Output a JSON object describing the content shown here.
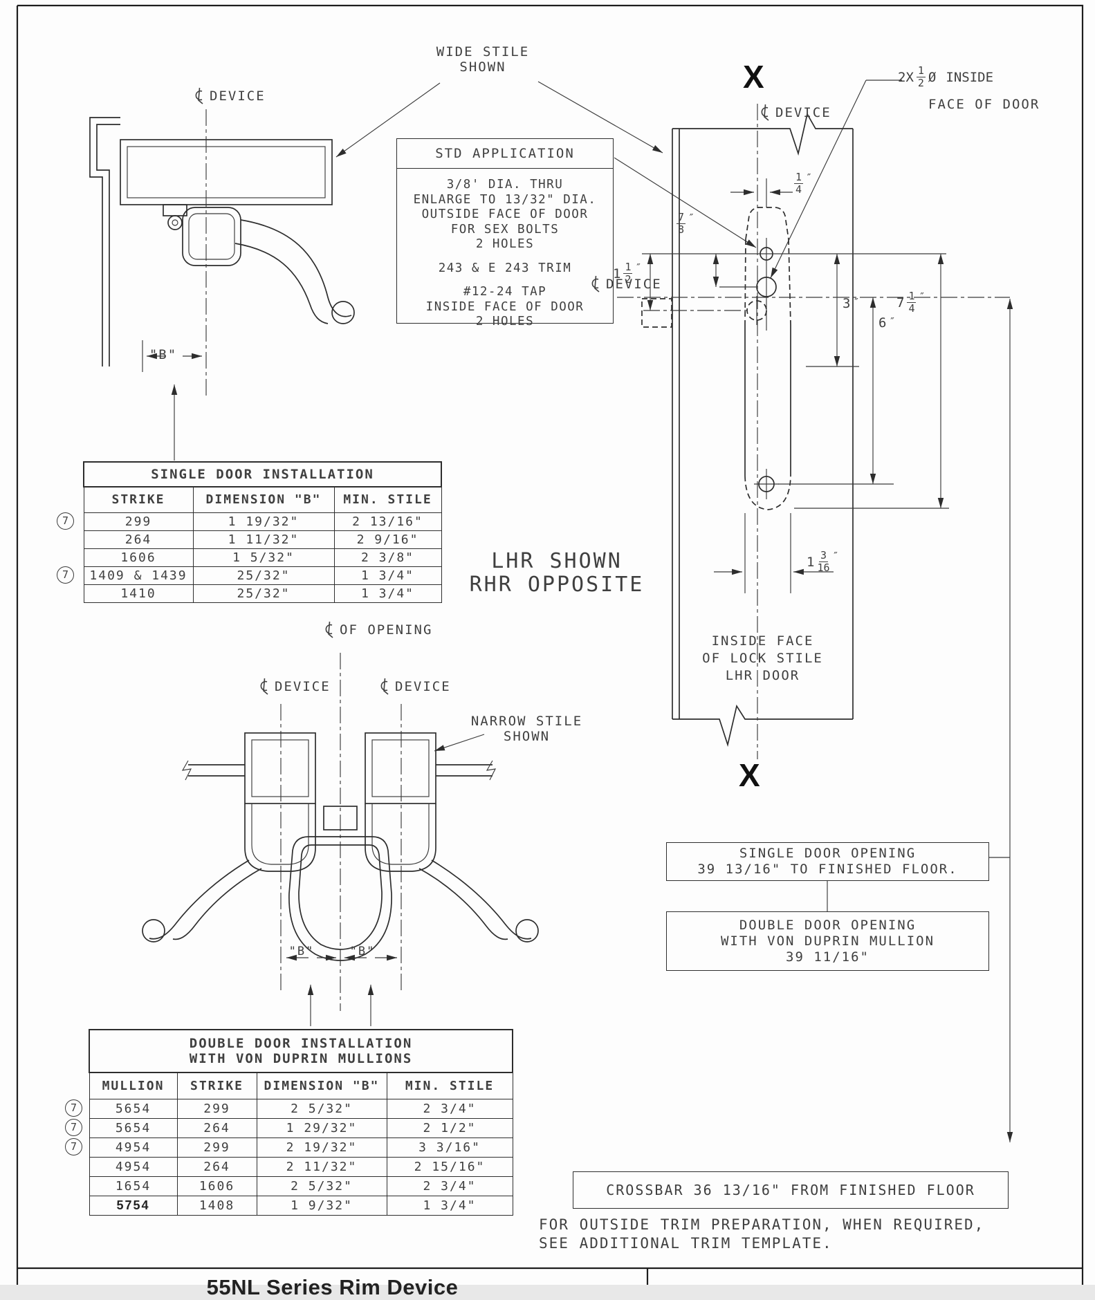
{
  "labels": {
    "wide_stile_line1": "WIDE STILE",
    "wide_stile_line2": "SHOWN",
    "narrow_stile_line1": "NARROW STILE",
    "narrow_stile_line2": "SHOWN",
    "device": "DEVICE",
    "of_opening": "OF OPENING",
    "lhr_line1": "LHR SHOWN",
    "lhr_line2": "RHR OPPOSITE",
    "inside_face_line1": "INSIDE FACE",
    "inside_face_line2": "OF LOCK STILE",
    "inside_face_line3": "LHR DOOR",
    "section_marker": "X",
    "note_marker": "7",
    "dim_b_label": "\"B\""
  },
  "std_application": {
    "title": "STD APPLICATION",
    "group1_line1": "3/8' DIA. THRU",
    "group1_line2": "ENLARGE TO 13/32\" DIA.",
    "group1_line3": "OUTSIDE FACE OF DOOR",
    "group1_line4": "FOR SEX BOLTS",
    "group1_line5": "2 HOLES",
    "group2_line1": "243 & E 243 TRIM",
    "group3_line1": "#12-24 TAP",
    "group3_line2": "INSIDE FACE OF DOOR",
    "group3_line3": "2 HOLES"
  },
  "hole_note": {
    "prefix": "2X",
    "frac_num": "1",
    "frac_den": "2",
    "diameter_symbol": "Ø",
    "suffix": "INSIDE",
    "line2": "FACE OF DOOR"
  },
  "dimensions": {
    "quarter": {
      "num": "1",
      "den": "4",
      "unit": "″"
    },
    "seven_eighths": {
      "num": "7",
      "den": "8",
      "unit": "″"
    },
    "one_half": {
      "whole": "1",
      "num": "1",
      "den": "2",
      "unit": "″"
    },
    "three": {
      "value": "3",
      "unit": "″"
    },
    "six": {
      "value": "6",
      "unit": "″"
    },
    "seven_quarter": {
      "whole": "7",
      "num": "1",
      "den": "4",
      "unit": "″"
    },
    "one_three_sixteenths": {
      "whole": "1",
      "num": "3",
      "den": "16",
      "unit": "″"
    }
  },
  "single_door_table": {
    "title": "SINGLE DOOR INSTALLATION",
    "columns": [
      "STRIKE",
      "DIMENSION \"B\"",
      "MIN. STILE"
    ],
    "rows": [
      {
        "strike": "299",
        "dimension_b": "1 19/32\"",
        "min_stile": "2 13/16\""
      },
      {
        "strike": "264",
        "dimension_b": "1 11/32\"",
        "min_stile": "2 9/16\""
      },
      {
        "strike": "1606",
        "dimension_b": "1 5/32\"",
        "min_stile": "2 3/8\""
      },
      {
        "strike": "1409 & 1439",
        "dimension_b": "25/32\"",
        "min_stile": "1 3/4\""
      },
      {
        "strike": "1410",
        "dimension_b": "25/32\"",
        "min_stile": "1 3/4\""
      }
    ]
  },
  "double_door_table": {
    "title_line1": "DOUBLE DOOR INSTALLATION",
    "title_line2": "WITH VON DUPRIN MULLIONS",
    "columns": [
      "MULLION",
      "STRIKE",
      "DIMENSION \"B\"",
      "MIN. STILE"
    ],
    "rows": [
      {
        "mullion": "5654",
        "strike": "299",
        "dimension_b": "2 5/32\"",
        "min_stile": "2 3/4\""
      },
      {
        "mullion": "5654",
        "strike": "264",
        "dimension_b": "1 29/32\"",
        "min_stile": "2 1/2\""
      },
      {
        "mullion": "4954",
        "strike": "299",
        "dimension_b": "2 19/32\"",
        "min_stile": "3 3/16\""
      },
      {
        "mullion": "4954",
        "strike": "264",
        "dimension_b": "2 11/32\"",
        "min_stile": "2 15/16\""
      },
      {
        "mullion": "1654",
        "strike": "1606",
        "dimension_b": "2 5/32\"",
        "min_stile": "2 3/4\""
      },
      {
        "mullion": "5754",
        "strike": "1408",
        "dimension_b": "1 9/32\"",
        "min_stile": "1 3/4\""
      }
    ]
  },
  "callouts": {
    "single_opening_line1": "SINGLE DOOR OPENING",
    "single_opening_line2": "39 13/16\" TO FINISHED FLOOR.",
    "double_opening_line1": "DOUBLE DOOR OPENING",
    "double_opening_line2": "WITH VON DUPRIN MULLION",
    "double_opening_line3": "39 11/16\"",
    "crossbar": "CROSSBAR 36 13/16\" FROM FINISHED FLOOR"
  },
  "notes": {
    "trim_line1": "FOR OUTSIDE TRIM PREPARATION, WHEN REQUIRED,",
    "trim_line2": "SEE ADDITIONAL TRIM TEMPLATE."
  },
  "title_block": {
    "title": "55NL Series Rim Device"
  }
}
